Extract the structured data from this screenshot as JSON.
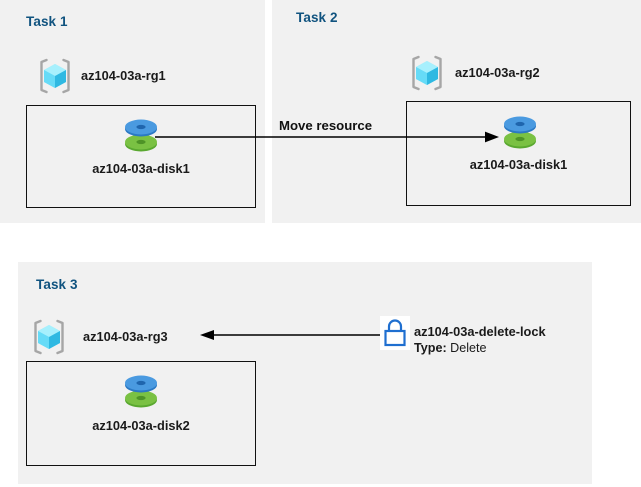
{
  "diagram": {
    "title_color": "#10537f",
    "panel_bg": "#f1f1f1",
    "page_bg": "#ffffff",
    "box_border": "#111111"
  },
  "tasks": [
    {
      "title": "Task 1",
      "resource_group": {
        "icon": "resource-group-cube-icon",
        "label": "az104-03a-rg1"
      },
      "resource": {
        "icon": "managed-disk-icon",
        "label": "az104-03a-disk1"
      }
    },
    {
      "title": "Task 2",
      "resource_group": {
        "icon": "resource-group-cube-icon",
        "label": "az104-03a-rg2"
      },
      "resource": {
        "icon": "managed-disk-icon",
        "label": "az104-03a-disk1"
      }
    },
    {
      "title": "Task 3",
      "resource_group": {
        "icon": "resource-group-cube-icon",
        "label": "az104-03a-rg3"
      },
      "resource": {
        "icon": "managed-disk-icon",
        "label": "az104-03a-disk2"
      },
      "lock": {
        "icon": "padlock-icon",
        "name": "az104-03a-delete-lock",
        "type_key": "Type:",
        "type_value": "Delete",
        "color": "#1f6fd0"
      }
    }
  ],
  "connectors": {
    "move_resource_label": "Move resource",
    "lock_arrow_name": "delete-lock-applies-to-rg3"
  },
  "icon_colors": {
    "cube_light": "#6ee4fb",
    "cube_mid": "#37c6ec",
    "cube_dark": "#1fa6d6",
    "bracket": "#a6a6a6",
    "disk_blue_top": "#4f9fe0",
    "disk_blue_body": "#2f7fc8",
    "disk_green_top": "#7fc242",
    "disk_green_body": "#5ca22c",
    "lock_blue": "#1f6fd0"
  }
}
